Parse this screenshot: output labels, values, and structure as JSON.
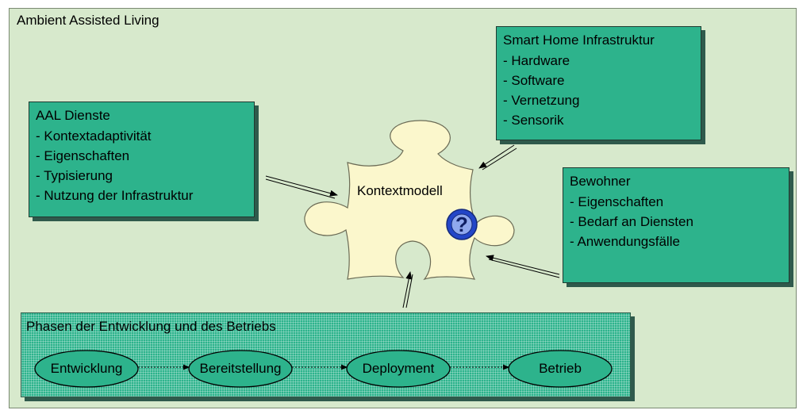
{
  "frame": {
    "title": "Ambient Assisted Living"
  },
  "center": {
    "label": "Kontextmodell"
  },
  "boxes": {
    "aal": {
      "title": "AAL Dienste",
      "items": [
        "- Kontextadaptivität",
        "- Eigenschaften",
        "- Typisierung",
        "- Nutzung der Infrastruktur"
      ]
    },
    "smart_home": {
      "title": "Smart Home Infrastruktur",
      "items": [
        "- Hardware",
        "- Software",
        "- Vernetzung",
        "- Sensorik"
      ]
    },
    "bewohner": {
      "title": "Bewohner",
      "items": [
        "- Eigenschaften",
        "- Bedarf an Diensten",
        "- Anwendungsfälle"
      ]
    }
  },
  "phases": {
    "title": "Phasen der Entwicklung und des Betriebs",
    "steps": [
      "Entwicklung",
      "Bereitstellung",
      "Deployment",
      "Betrieb"
    ]
  },
  "colors": {
    "background": "#d7e9cc",
    "box": "#2db38c",
    "puzzle": "#fbf7cc",
    "question_icon": "#2346c8"
  },
  "icons": {
    "question": "question-mark-icon",
    "puzzle": "puzzle-piece-icon"
  }
}
